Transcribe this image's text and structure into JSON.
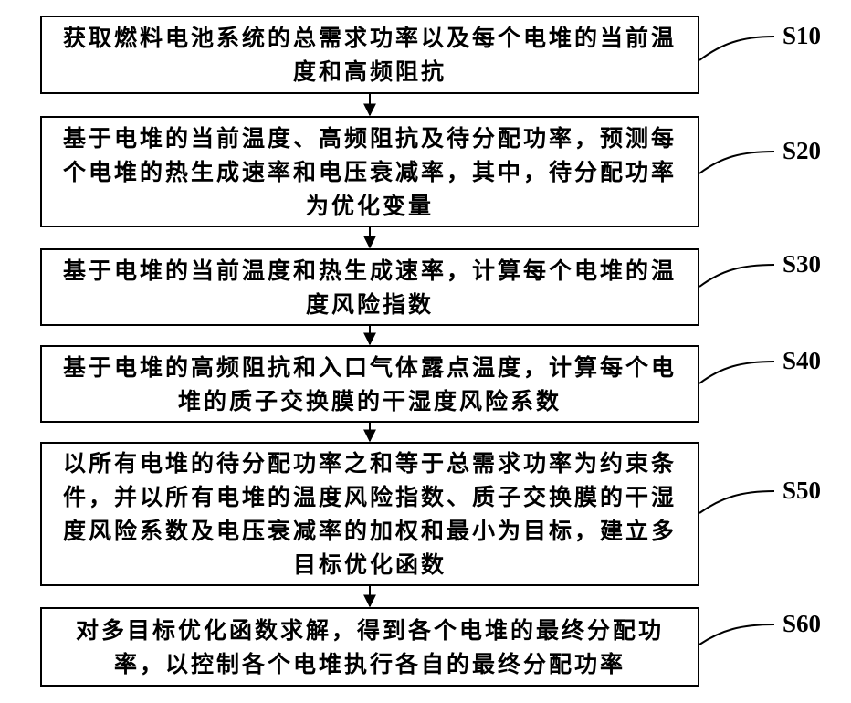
{
  "steps": [
    {
      "id": "S10",
      "text": "获取燃料电池系统的总需求功率以及每个电堆的当前温度和高频阻抗"
    },
    {
      "id": "S20",
      "text": "基于电堆的当前温度、高频阻抗及待分配功率，预测每个电堆的热生成速率和电压衰减率，其中，待分配功率为优化变量"
    },
    {
      "id": "S30",
      "text": "基于电堆的当前温度和热生成速率，计算每个电堆的温度风险指数"
    },
    {
      "id": "S40",
      "text": "基于电堆的高频阻抗和入口气体露点温度，计算每个电堆的质子交换膜的干湿度风险系数"
    },
    {
      "id": "S50",
      "text": "以所有电堆的待分配功率之和等于总需求功率为约束条件，并以所有电堆的温度风险指数、质子交换膜的干湿度风险系数及电压衰减率的加权和最小为目标，建立多目标优化函数"
    },
    {
      "id": "S60",
      "text": "对多目标优化函数求解，得到各个电堆的最终分配功率，以控制各个电堆执行各自的最终分配功率"
    }
  ]
}
